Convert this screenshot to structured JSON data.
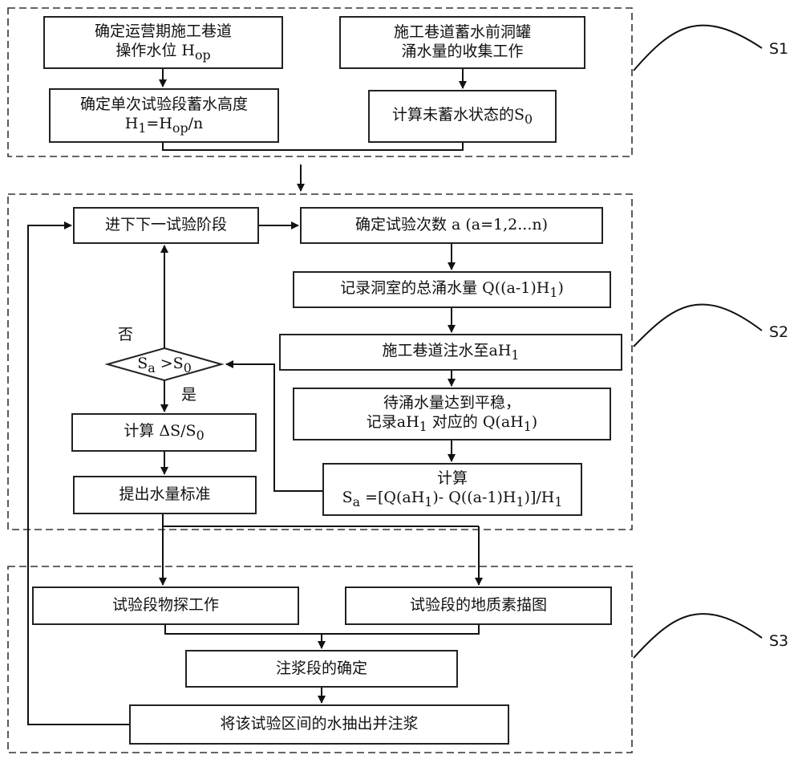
{
  "stages": {
    "s1": "S1",
    "s2": "S2",
    "s3": "S3"
  },
  "s1": {
    "determine_op_level": [
      "确定运营期施工巷道",
      "操作水位 H<sub>op</sub>"
    ],
    "collect_inflow": [
      "施工巷道蓄水前洞罐",
      "涌水量的收集工作"
    ],
    "single_height": [
      "确定单次试验段蓄水高度",
      "H<sub>1</sub>=H<sub>op</sub>/n"
    ],
    "calc_s0": [
      "计算未蓄水状态的S<sub>0</sub>"
    ]
  },
  "s2": {
    "next_stage": [
      "进下下一试验阶段"
    ],
    "test_count": [
      "确定试验次数  a (a=1,2...n)"
    ],
    "record_total": [
      "记录洞室的总涌水量  Q((a-1)H<sub>1</sub>)"
    ],
    "inject_water": [
      "施工巷道注水至aH<sub>1</sub>"
    ],
    "wait_stable": [
      "待涌水量达到平稳，",
      "记录aH<sub>1</sub>  对应的 Q(aH<sub>1</sub>)"
    ],
    "calc_sa": [
      "计算",
      "S<sub>a</sub> =[Q(aH<sub>1</sub>)- Q((a-1)H<sub>1</sub>)]/H<sub>1</sub>"
    ],
    "decision": "S<sub>a</sub> &gt;S<sub>0</sub>",
    "no_label": "否",
    "yes_label": "是",
    "calc_delta": [
      "计算  ΔS/S<sub>0</sub>"
    ],
    "standard": [
      "提出水量标准"
    ]
  },
  "s3": {
    "geophysics": [
      "试验段物探工作"
    ],
    "geology": [
      "试验段的地质素描图"
    ],
    "grout_section": [
      "注浆段的确定"
    ],
    "pump_grout": [
      "将该试验区间的水抽出并注浆"
    ]
  }
}
